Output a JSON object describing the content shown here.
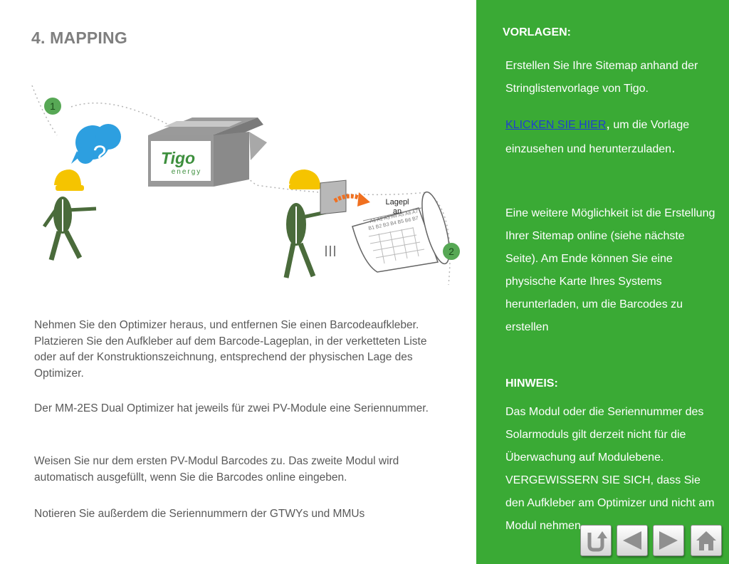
{
  "page": {
    "title": "4. MAPPING"
  },
  "illustration": {
    "step1": "1",
    "step2": "2",
    "question": "?",
    "logo_brand": "Tigo",
    "logo_sub": "energy",
    "lageplan_line1": "Lagepl",
    "lageplan_line2": "an",
    "grid_row1": "A1 A2 A3 A4 A5 A6 A7",
    "grid_row2": "B1 B2 B3 B4 B5 B6 B7"
  },
  "left_text": {
    "p1": "Nehmen Sie den Optimizer heraus, und entfernen Sie einen Barcodeaufkleber. Platzieren Sie den Aufkleber auf dem Barcode-Lageplan, in der verketteten Liste oder auf der Konstruktionszeichnung, entsprechend der physischen Lage des Optimizer.",
    "p2": "Der MM-2ES Dual Optimizer hat jeweils für zwei PV-Module eine Seriennummer.",
    "p3": "Weisen Sie nur dem ersten PV-Modul Barcodes zu. Das zweite Modul wird automatisch ausgefüllt, wenn Sie die Barcodes online eingeben.",
    "p4": "Notieren Sie außerdem die Seriennummern der GTWYs und MMUs"
  },
  "sidebar": {
    "vorlagen_heading": "VORLAGEN:",
    "vorlagen_text": "Erstellen Sie Ihre Sitemap anhand der Stringlistenvorlage von Tigo.",
    "link_text": "KLICKEN SIE HIER",
    "link_comma": ",",
    "link_after": " um die Vorlage einzusehen und herunterzuladen",
    "link_period": ".",
    "online_text": "Eine weitere Möglichkeit ist die Erstellung Ihrer Sitemap online (siehe nächste Seite). Am Ende können Sie eine physische Karte Ihres Systems herunterladen, um die Barcodes zu erstellen",
    "hinweis_heading": "HINWEIS:",
    "hinweis_text": "Das Modul oder die Seriennummer des Solarmoduls gilt derzeit nicht für die Überwachung auf Modulebene. VERGEWISSERN SIE SICH, dass Sie den Aufkleber am Optimizer und nicht am Modul nehmen."
  },
  "nav": {
    "icons": [
      "return-icon",
      "arrow-left-icon",
      "arrow-right-icon",
      "home-icon"
    ]
  },
  "colors": {
    "sidebar_green": "#3aaa35",
    "tigo_green": "#3d8f3d",
    "badge_green": "#57a855",
    "bubble_blue": "#2d9fe0",
    "hat_yellow": "#f5c400",
    "figure_green": "#4a6b3b",
    "link_blue": "#1f3fd0"
  }
}
